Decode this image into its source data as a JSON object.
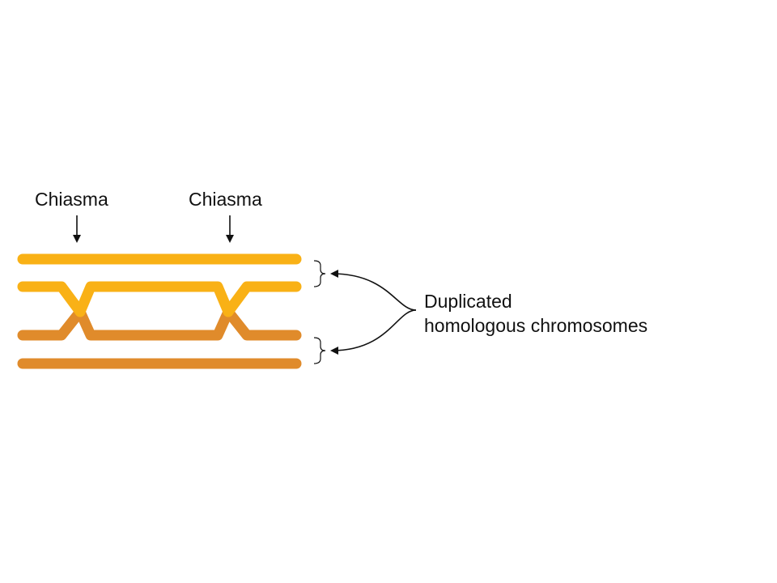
{
  "labels": {
    "chiasma_left": "Chiasma",
    "chiasma_right": "Chiasma",
    "chromosomes_line1": "Duplicated",
    "chromosomes_line2": "homologous chromosomes"
  },
  "colors": {
    "chromatid_yellow": "#F9B116",
    "chromatid_orange": "#E08B2B",
    "arrow": "#111111",
    "background": "#ffffff"
  }
}
